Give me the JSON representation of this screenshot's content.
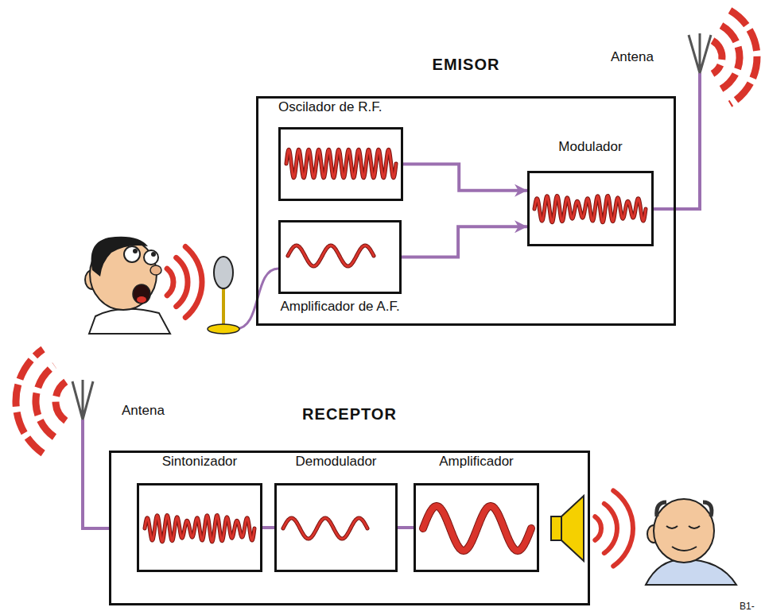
{
  "diagram": {
    "nodes": [
      {
        "text": [
          "EMISOR"
        ]
      },
      {
        "text": [
          "Oscilador de R.F."
        ],
        "in": 0
      },
      {
        "text": [
          "Modulador"
        ],
        "in": 0
      },
      {
        "text": [
          "Amplificador de A.F."
        ],
        "in": 0
      },
      {
        "text": [
          "RECEPTOR"
        ]
      },
      {
        "text": [
          "Sintonizador"
        ],
        "in": 4
      },
      {
        "text": [
          "Demodulador"
        ],
        "in": 4
      },
      {
        "text": [
          "Amplificador"
        ],
        "in": 4
      }
    ],
    "edges": [
      {
        "from": 1,
        "to": 2,
        "arrow": "to"
      },
      {
        "from": 3,
        "to": 2,
        "arrow": "to"
      },
      {
        "from": 5,
        "to": 6,
        "arrow": "none"
      },
      {
        "from": 6,
        "to": 7,
        "arrow": "none"
      }
    ],
    "labels": [
      "Antena",
      "Antena",
      "B1-"
    ]
  }
}
